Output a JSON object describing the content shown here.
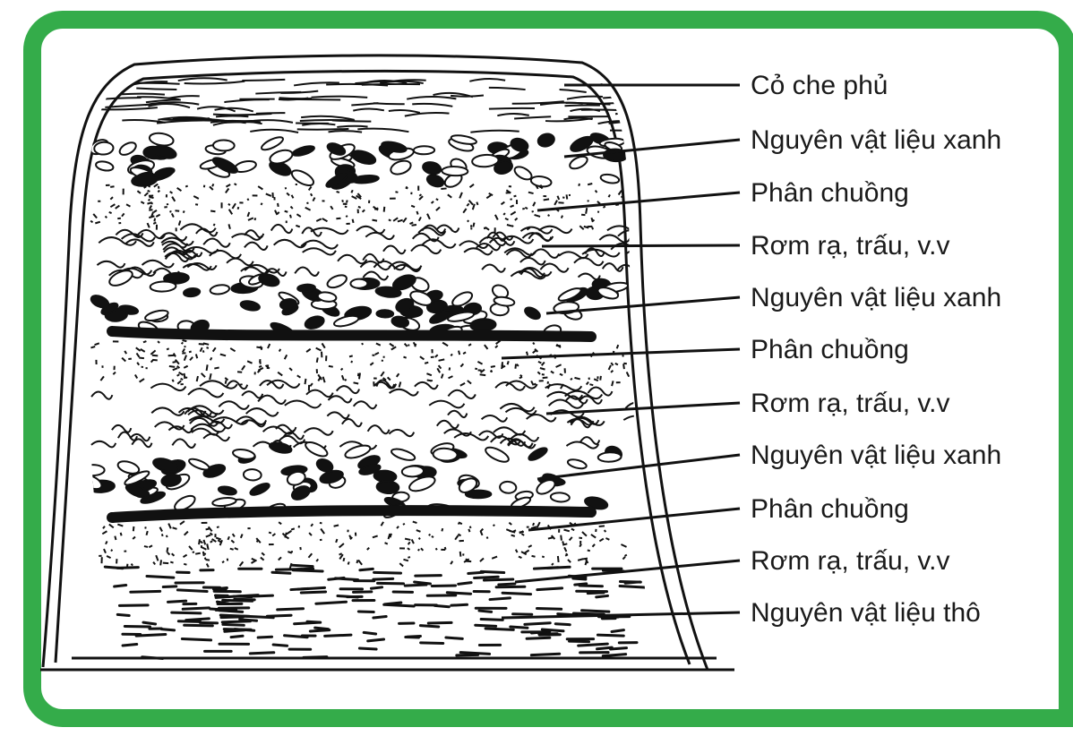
{
  "frame_color": "#34ac4a",
  "labels": [
    "Cỏ che phủ",
    "Nguyên vật liệu xanh",
    "Phân chuồng",
    "Rơm rạ, trấu, v.v",
    "Nguyên vật liệu xanh",
    "Phân chuồng",
    "Rơm rạ, trấu, v.v",
    "Nguyên vật liệu xanh",
    "Phân chuồng",
    "Rơm rạ, trấu, v.v",
    "Nguyên vật liệu thô"
  ]
}
